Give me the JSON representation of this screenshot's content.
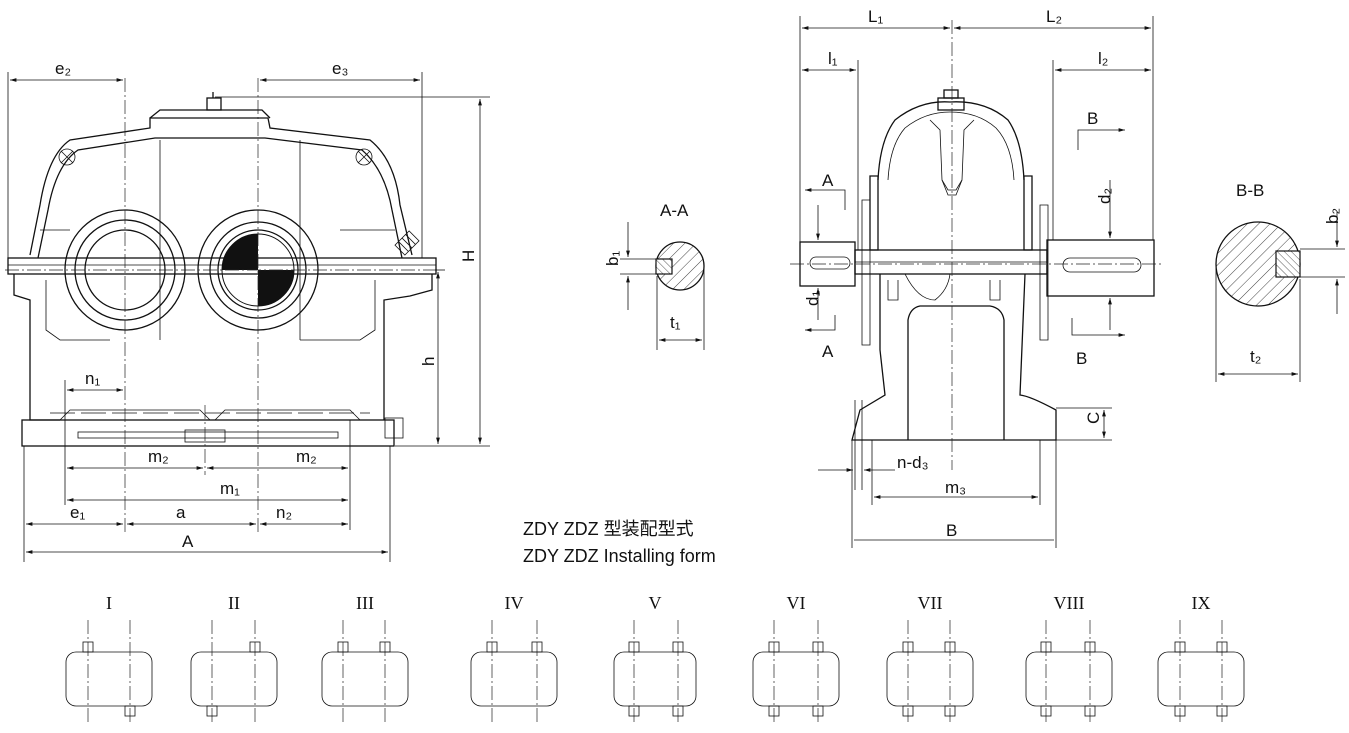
{
  "front_view": {
    "labels": {
      "e2": "e₂",
      "e3": "e₃",
      "H": "H",
      "h": "h",
      "n1": "n₁",
      "m2_left": "m₂",
      "m2_right": "m₂",
      "m1": "m₁",
      "e1": "e₁",
      "a": "a",
      "n2": "n₂",
      "A": "A"
    }
  },
  "section_aa": {
    "title": "A-A",
    "b1": "b₁",
    "t1": "t₁"
  },
  "side_view": {
    "labels": {
      "L1": "L₁",
      "L2": "L₂",
      "l1": "l₁",
      "l2": "l₂",
      "A_top": "A",
      "A_bottom": "A",
      "B_top": "B",
      "B_bottom": "B",
      "d1": "d₁",
      "d2": "d₂",
      "C": "C",
      "n_d3": "n-d₃",
      "m3": "m₃",
      "B_width": "B"
    }
  },
  "section_bb": {
    "title": "B-B",
    "b2": "b₂",
    "t2": "t₂"
  },
  "caption": {
    "line1": "ZDY ZDZ 型装配型式",
    "line2": "ZDY ZDZ Installing form"
  },
  "installing_forms": [
    {
      "label": "I"
    },
    {
      "label": "II"
    },
    {
      "label": "III"
    },
    {
      "label": "IV"
    },
    {
      "label": "V"
    },
    {
      "label": "VI"
    },
    {
      "label": "VII"
    },
    {
      "label": "VIII"
    },
    {
      "label": "IX"
    }
  ]
}
